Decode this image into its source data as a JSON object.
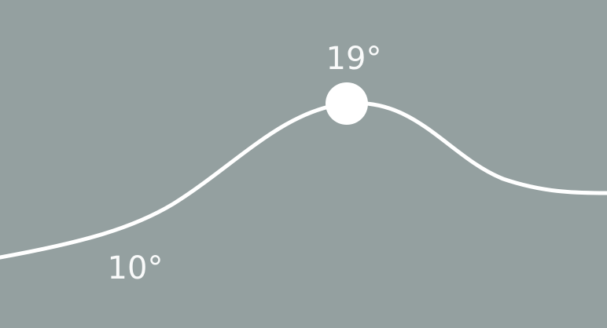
{
  "chart_data": {
    "type": "line",
    "title": "",
    "xlabel": "",
    "ylabel": "",
    "unit": "°",
    "points": [
      {
        "label": "10°",
        "value": 10
      },
      {
        "label": "19°",
        "value": 19
      }
    ],
    "highlight_index": 1,
    "colors": {
      "background": "#94a0a0",
      "line": "#ffffff",
      "marker": "#ffffff",
      "text": "#ffffff"
    }
  }
}
